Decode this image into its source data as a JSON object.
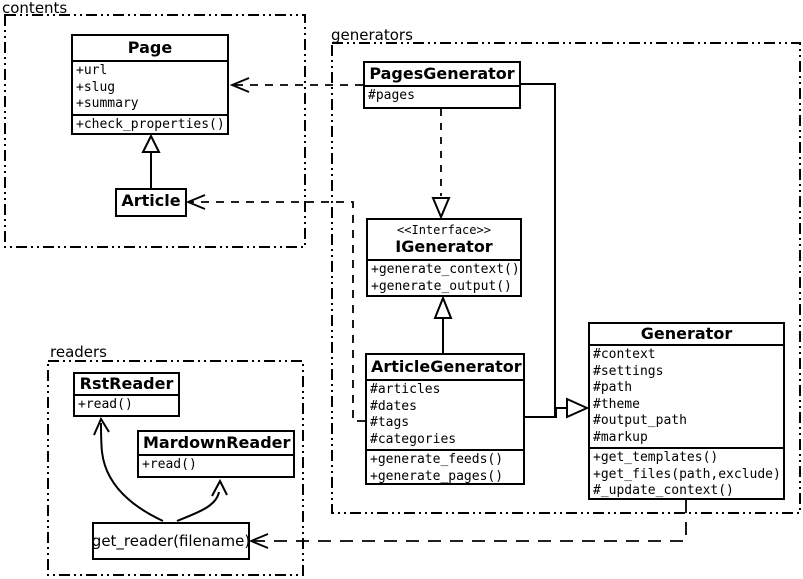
{
  "diagram": {
    "kind": "uml-class-diagram",
    "colors": {
      "line": "#000000",
      "background": "#ffffff"
    }
  },
  "packages": {
    "contents": {
      "label": "contents"
    },
    "generators": {
      "label": "generators"
    },
    "readers": {
      "label": "readers"
    }
  },
  "classes": {
    "page": {
      "name": "Page",
      "attributes": [
        "+url",
        "+slug",
        "+summary"
      ],
      "methods": [
        "+check_properties()"
      ]
    },
    "article": {
      "name": "Article"
    },
    "pages_generator": {
      "name": "PagesGenerator",
      "attributes": [
        "#pages"
      ]
    },
    "igenerator": {
      "stereotype": "<<Interface>>",
      "name": "IGenerator",
      "methods": [
        "+generate_context()",
        "+generate_output()"
      ]
    },
    "article_generator": {
      "name": "ArticleGenerator",
      "attributes": [
        "#articles",
        "#dates",
        "#tags",
        "#categories"
      ],
      "methods": [
        "+generate_feeds()",
        "+generate_pages()"
      ]
    },
    "generator": {
      "name": "Generator",
      "attributes": [
        "#context",
        "#settings",
        "#path",
        "#theme",
        "#output_path",
        "#markup"
      ],
      "methods": [
        "+get_templates()",
        "+get_files(path,exclude)",
        "#_update_context()"
      ]
    },
    "rst_reader": {
      "name": "RstReader",
      "methods": [
        "+read()"
      ]
    },
    "mardown_reader": {
      "name": "MardownReader",
      "methods": [
        "+read()"
      ]
    },
    "get_reader": {
      "label": "get_reader(filename)"
    }
  },
  "relations": {
    "article_extends_page": "inheritance",
    "article_generator_extends_generator": "inheritance",
    "pages_generator_extends_generator": "inheritance",
    "pages_generator_implements_igenerator": "realization",
    "article_generator_implements_igenerator": "inheritance",
    "pages_generator_uses_page": "dependency",
    "article_generator_uses_article": "dependency",
    "generator_uses_get_reader": "dependency",
    "get_reader_creates_rst_reader": "association",
    "get_reader_creates_mardown_reader": "association"
  }
}
